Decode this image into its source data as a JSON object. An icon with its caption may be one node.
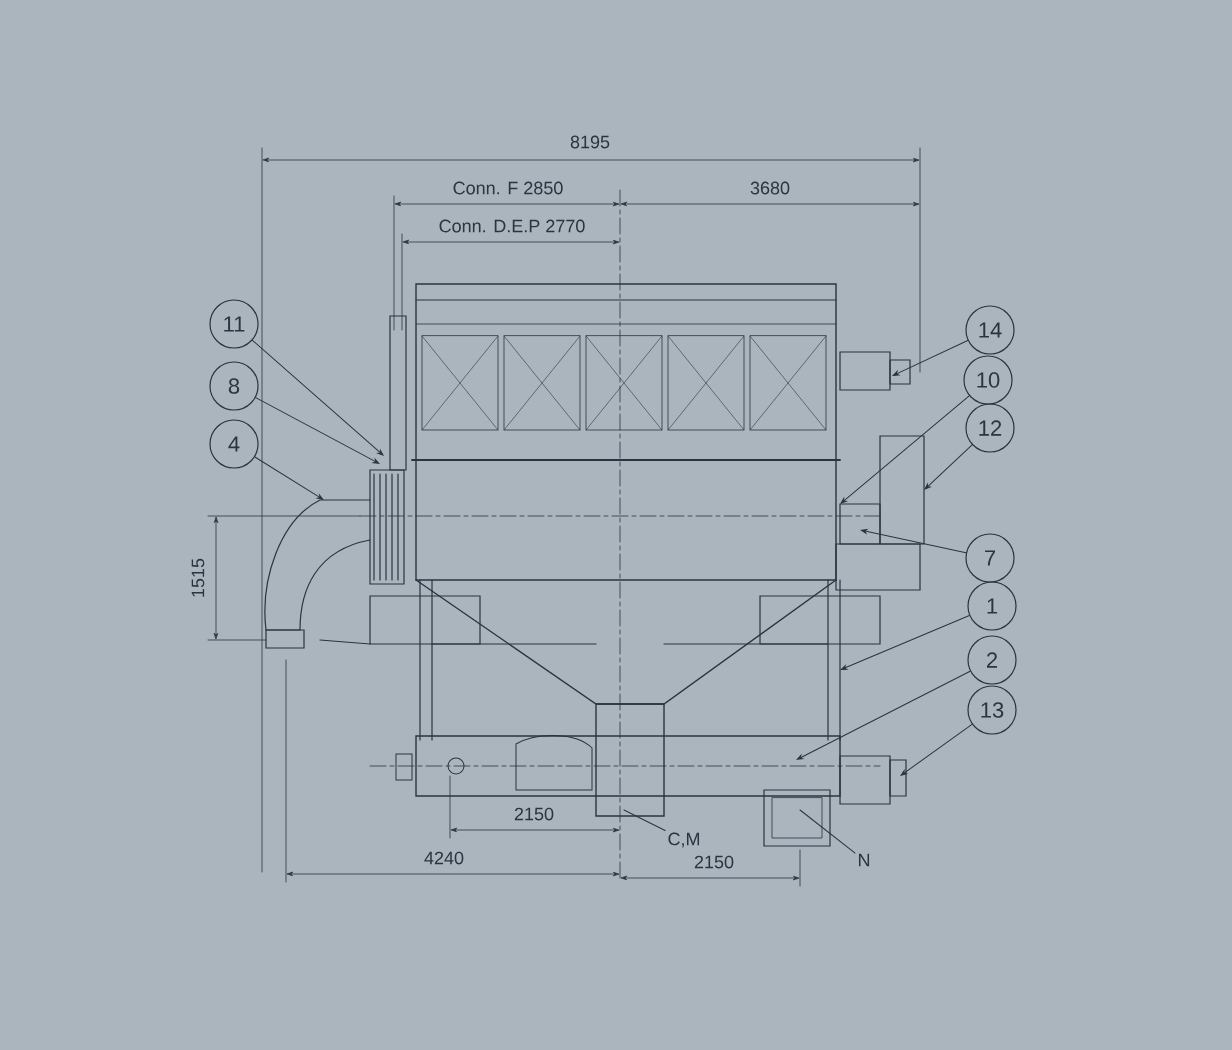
{
  "diagram": {
    "nodes": [
      {
        "text": [
          "11"
        ]
      },
      {
        "text": [
          "14"
        ]
      },
      {
        "text": [
          "10"
        ]
      },
      {
        "text": [
          "8"
        ]
      },
      {
        "text": [
          "12"
        ]
      },
      {
        "text": [
          "4"
        ]
      },
      {
        "text": [
          "7"
        ]
      },
      {
        "text": [
          "1"
        ]
      },
      {
        "text": [
          "2"
        ]
      },
      {
        "text": [
          "13"
        ]
      },
      {
        "text": [
          "C,M"
        ]
      },
      {
        "text": [
          "N"
        ]
      }
    ],
    "edges": [
      {
        "from": 0,
        "to": null,
        "arrow": "to"
      },
      {
        "from": 1,
        "to": null,
        "arrow": "to"
      },
      {
        "from": 2,
        "to": null,
        "arrow": "to"
      },
      {
        "from": 3,
        "to": null,
        "arrow": "to"
      },
      {
        "from": 4,
        "to": null,
        "arrow": "to"
      },
      {
        "from": 5,
        "to": null,
        "arrow": "to"
      },
      {
        "from": 6,
        "to": null,
        "arrow": "to"
      },
      {
        "from": 7,
        "to": null,
        "arrow": "to"
      },
      {
        "from": 8,
        "to": null,
        "arrow": "to"
      },
      {
        "from": 9,
        "to": null,
        "arrow": "to"
      },
      {
        "from": 10,
        "to": null,
        "arrow": "none"
      },
      {
        "from": 11,
        "to": null,
        "arrow": "none"
      }
    ],
    "labels": [
      "8195",
      "Conn. F 2850",
      "3680",
      "Conn. D.E.P 2770",
      "1515",
      "2150",
      "4240",
      "2150"
    ]
  }
}
